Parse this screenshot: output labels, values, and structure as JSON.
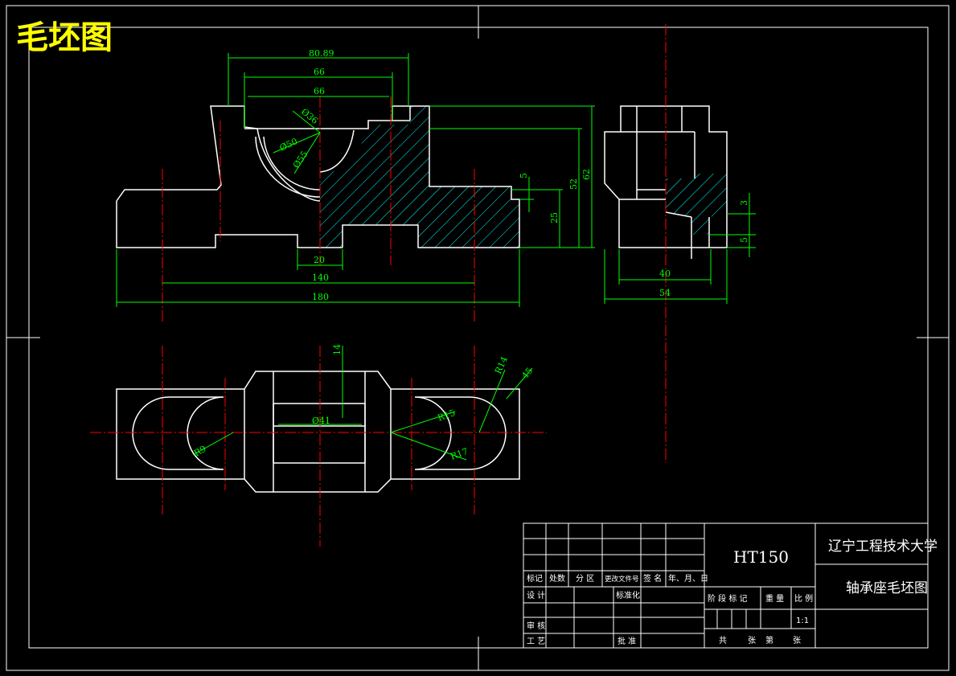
{
  "drawing_title": "毛坯图",
  "dimensions": {
    "top_80_89": "80.89",
    "top_66_a": "66",
    "top_66_b": "66",
    "bottom_20": "20",
    "bottom_140": "140",
    "bottom_180": "180",
    "right_5": "5",
    "right_25": "25",
    "right_52": "52",
    "right_62": "62",
    "dia_36": "Ø36",
    "dia_50": "Ø50",
    "dia_55": "Ø55",
    "side_3": "3",
    "side_5": "5",
    "side_40": "40",
    "side_54": "54",
    "plan_14": "14",
    "plan_41": "Ø41",
    "plan_r15": "R15",
    "plan_r17": "R17",
    "plan_r9": "R9",
    "plan_r14": "R14",
    "plan_45": "45"
  },
  "title_block": {
    "material": "HT150",
    "university": "辽宁工程技术大学",
    "part_name": "轴承座毛坯图",
    "col_mark": "标记",
    "col_count": "处数",
    "col_zone": "分 区",
    "col_doc": "更改文件号",
    "col_sign": "签 名",
    "col_date": "年、月、日",
    "row_design": "设 计",
    "row_standard": "标准化",
    "row_review": "审 核",
    "row_process": "工 艺",
    "row_approve": "批 准",
    "stage_label": "阶 段 标 记",
    "weight_label": "重 量",
    "scale_label": "比 例",
    "scale_value": "1:1",
    "sheets_total": "共",
    "sheets_unit": "张",
    "sheet_no": "第",
    "sheet_unit2": "张"
  },
  "colors": {
    "outline": "#ffffff",
    "center": "#ff0000",
    "dimension": "#00ff00",
    "hatch": "#00ffff",
    "title": "#ffff00"
  }
}
